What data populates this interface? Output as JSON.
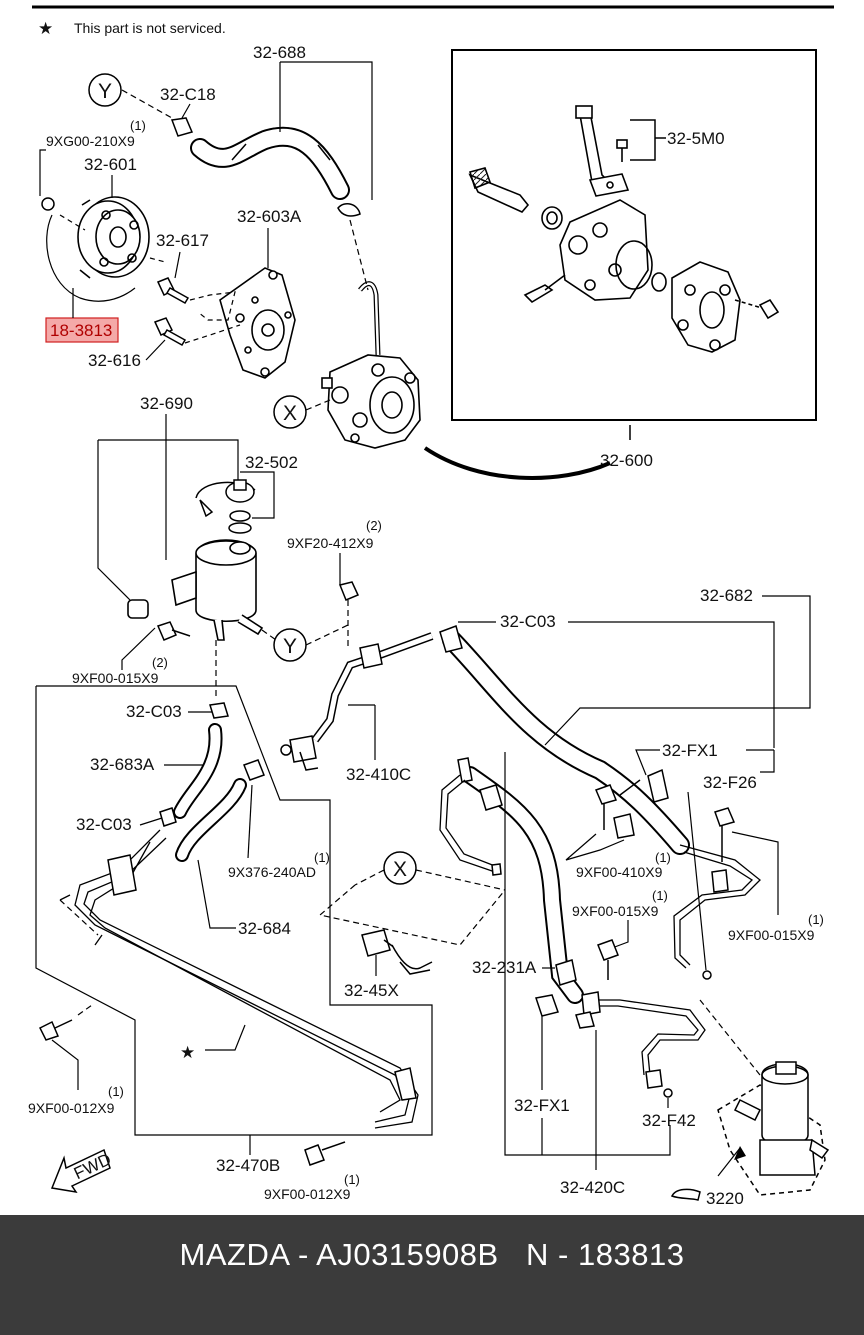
{
  "legend": {
    "star_symbol": "★",
    "note": "This part is not serviced."
  },
  "highlight": {
    "part": "18-3813",
    "fill_color": "#f4a9a8",
    "border_color": "#d02020"
  },
  "markers": {
    "x": "X",
    "y": "Y"
  },
  "labels": {
    "p32_688": "32-688",
    "p32_c18": "32-C18",
    "p9xg00_210x9": "9XG00-210X9",
    "qty_210": "(1)",
    "p32_601": "32-601",
    "p32_617": "32-617",
    "p32_603a": "32-603A",
    "p32_616": "32-616",
    "p32_5m0": "32-5M0",
    "p32_600": "32-600",
    "p32_690": "32-690",
    "p32_502": "32-502",
    "p9xf20_412x9": "9XF20-412X9",
    "qty_412": "(2)",
    "p32_682": "32-682",
    "p32_c03_top": "32-C03",
    "p9xf00_015x9_left": "9XF00-015X9",
    "qty_015_left": "(2)",
    "p32_c03_mid": "32-C03",
    "p32_683a": "32-683A",
    "p32_410c": "32-410C",
    "p32_fx1_top": "32-FX1",
    "p32_f26": "32-F26",
    "p32_c03_low": "32-C03",
    "p9x376_240ad": "9X376-240AD",
    "qty_240": "(1)",
    "p9xf00_410x9": "9XF00-410X9",
    "qty_410": "(1)",
    "p9xf00_015x9_mid": "9XF00-015X9",
    "qty_015_mid": "(1)",
    "p9xf00_015x9_right": "9XF00-015X9",
    "qty_015_right": "(1)",
    "p32_684": "32-684",
    "p32_45x": "32-45X",
    "p32_231a": "32-231A",
    "p9xf00_012x9_left": "9XF00-012X9",
    "qty_012_left": "(1)",
    "p32_fx1_low": "32-FX1",
    "p32_f42": "32-F42",
    "p32_470b": "32-470B",
    "p9xf00_012x9_bottom": "9XF00-012X9",
    "qty_012_bottom": "(1)",
    "p32_420c": "32-420C",
    "p3220": "3220",
    "fwd": "FWD"
  },
  "footer": {
    "brand": "MAZDA",
    "part_number": "AJ0315908B",
    "n_label": "N",
    "n_value": "183813",
    "text": "MAZDA - AJ0315908B   N - 183813",
    "background": "#3b3b3b"
  }
}
